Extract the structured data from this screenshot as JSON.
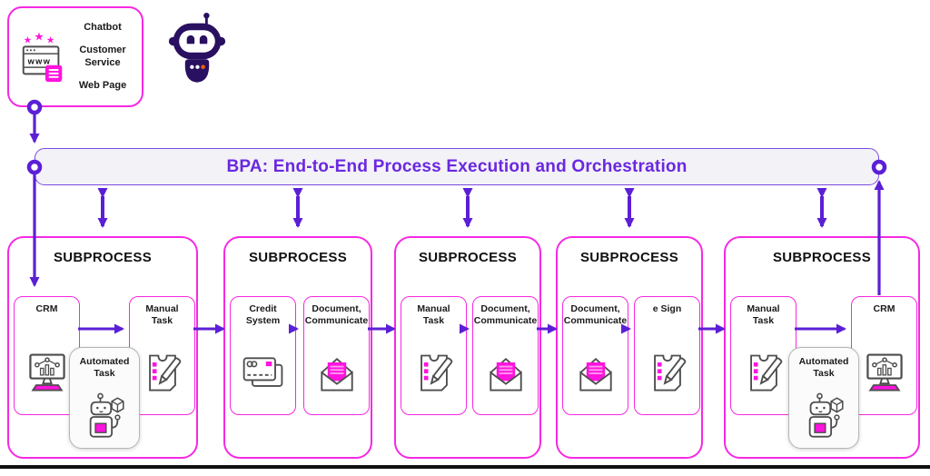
{
  "colors": {
    "magenta": "#F629E3",
    "icon_magenta": "#FF13DE",
    "purple": "#5B1FD6",
    "banner_text": "#6A28E0",
    "banner_border": "#7A4BE0",
    "banner_bg": "#F3F2F7",
    "robot_dark": "#2A1060",
    "orange": "#E8590C",
    "icon_stroke": "#4D4D4D"
  },
  "source_panel": {
    "icon": "webpage-icon",
    "labels": [
      "Chatbot",
      "Customer Service",
      "Web Page"
    ]
  },
  "avatar_icon": "chatbot-avatar-icon",
  "banner": {
    "title": "BPA: End-to-End Process Execution and Orchestration"
  },
  "subprocesses": [
    {
      "title": "SUBPROCESS",
      "boxes": [
        {
          "label": "CRM",
          "icon": "crm-monitor-icon"
        },
        {
          "label": "Manual Task",
          "icon": "checklist-pen-icon"
        }
      ],
      "floating_box": {
        "label": "Automated Task",
        "icon": "robot-cube-icon"
      }
    },
    {
      "title": "SUBPROCESS",
      "boxes": [
        {
          "label": "Credit System",
          "icon": "credit-card-icon"
        },
        {
          "label": "Document, Communicate",
          "icon": "envelope-icon"
        }
      ]
    },
    {
      "title": "SUBPROCESS",
      "boxes": [
        {
          "label": "Manual Task",
          "icon": "checklist-pen-icon"
        },
        {
          "label": "Document, Communicate",
          "icon": "envelope-icon"
        }
      ]
    },
    {
      "title": "SUBPROCESS",
      "boxes": [
        {
          "label": "Document, Communicate",
          "icon": "envelope-icon"
        },
        {
          "label": "e Sign",
          "icon": "checklist-pen-icon"
        }
      ]
    },
    {
      "title": "SUBPROCESS",
      "boxes": [
        {
          "label": "Manual Task",
          "icon": "checklist-pen-icon"
        },
        {
          "label": "CRM",
          "icon": "crm-monitor-icon"
        }
      ],
      "floating_box": {
        "label": "Automated Task",
        "icon": "robot-cube-icon"
      }
    }
  ]
}
